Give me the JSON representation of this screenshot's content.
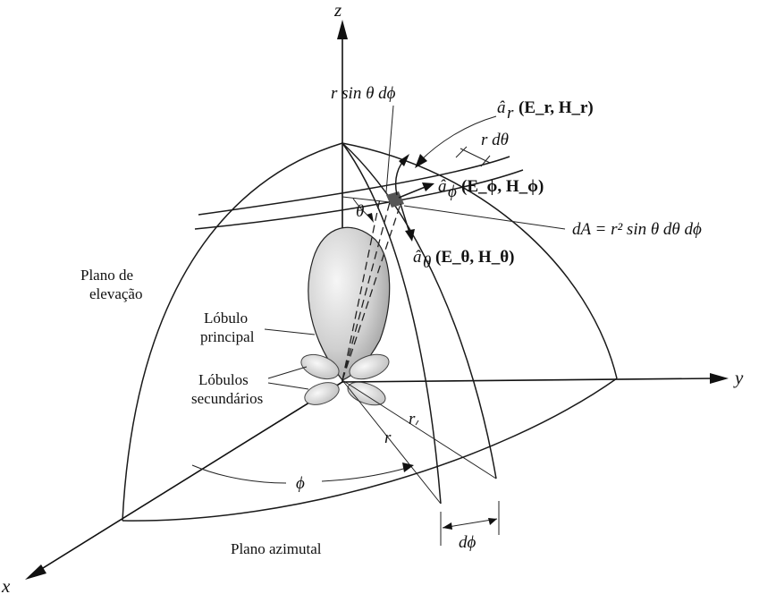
{
  "axes": {
    "z": "z",
    "y": "y",
    "x": "x"
  },
  "angles": {
    "theta": "θ",
    "phi": "ϕ",
    "d_phi": "dϕ"
  },
  "radius": {
    "r": "r"
  },
  "labels": {
    "r_sin_theta_dphi": "r sin θ dϕ",
    "r_dtheta": "r dθ",
    "ar_prefix": "â",
    "ar_sub": "r",
    "ar_fields": "(E_r, H_r)",
    "aphi_prefix": "â",
    "aphi_sub": "ϕ",
    "aphi_fields": "(E_ϕ, H_ϕ)",
    "atheta_prefix": "â",
    "atheta_sub": "θ",
    "atheta_fields": "(E_θ, H_θ)",
    "dA": "dA = r² sin θ dθ dϕ",
    "plano_elevacao_1": "Plano de",
    "plano_elevacao_2": "elevação",
    "lobulo_principal_1": "Lóbulo",
    "lobulo_principal_2": "principal",
    "lobulos_sec_1": "Lóbulos",
    "lobulos_sec_2": "secundários",
    "plano_azimutal": "Plano azimutal"
  },
  "colors": {
    "line": "#1a1a1a",
    "lobe_fill": "#c8c8c8",
    "lobe_light": "#f4f4f4",
    "patch": "#555555"
  }
}
